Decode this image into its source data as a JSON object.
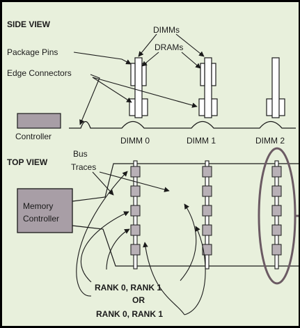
{
  "side_view": {
    "heading": "SIDE VIEW",
    "labels": {
      "dimms": "DIMMs",
      "drams": "DRAMs",
      "package_pins": "Package Pins",
      "edge_connectors": "Edge Connectors",
      "controller": "Controller"
    },
    "modules": [
      "DIMM 0",
      "DIMM 1",
      "DIMM 2"
    ]
  },
  "top_view": {
    "heading": "TOP VIEW",
    "bus_label_line1": "Bus",
    "bus_label_line2": "Traces",
    "memory_controller_line1": "Memory",
    "memory_controller_line2": "Controller"
  },
  "ranks": {
    "line1": "RANK 0, RANK 1",
    "line2": "OR",
    "line3": "RANK 0, RANK 1"
  },
  "colors": {
    "background": "#e8f0dc",
    "controller_fill": "#a89ea6",
    "chip_fill": "#b8b0b6",
    "highlight": "#6b5a63",
    "line": "#1a1a1a"
  }
}
